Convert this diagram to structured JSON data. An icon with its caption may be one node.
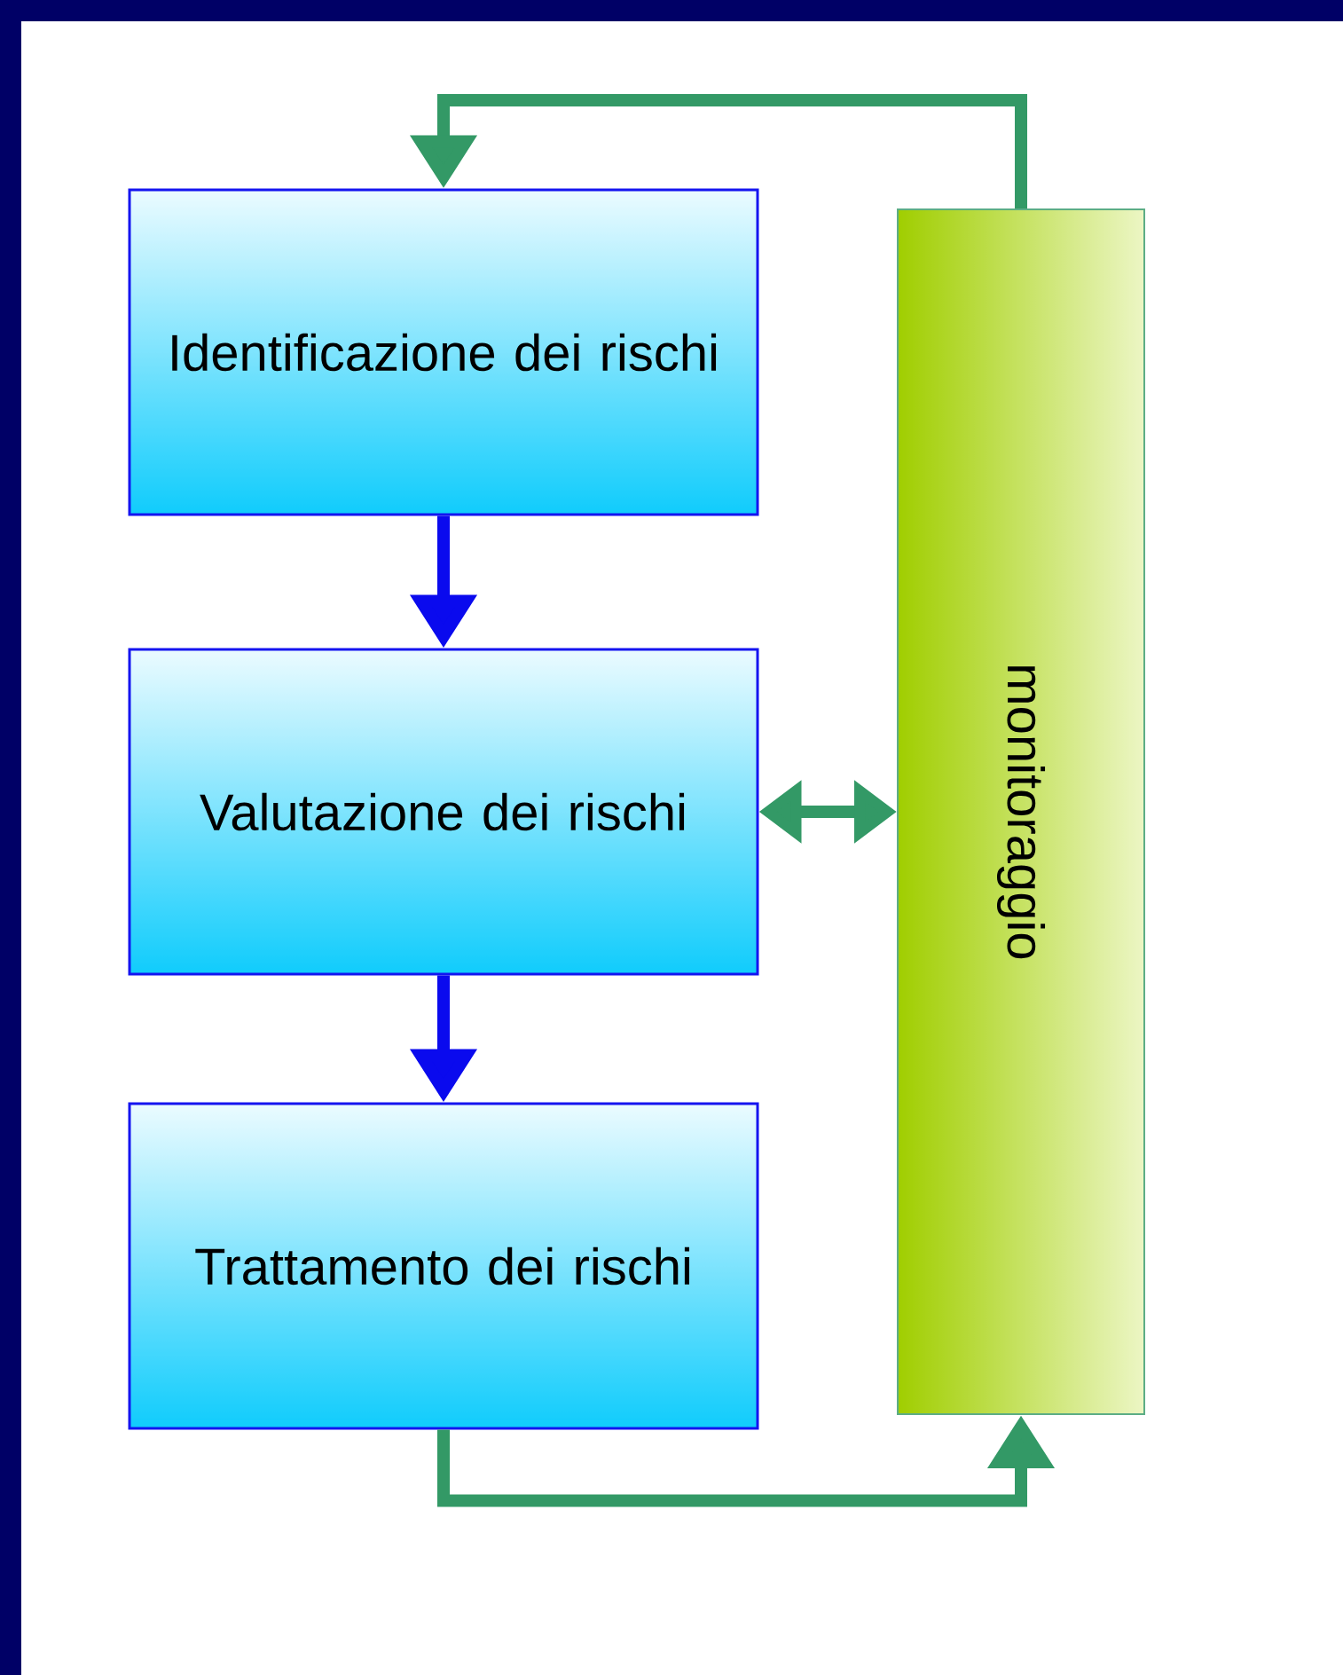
{
  "diagram": {
    "nodes": [
      {
        "text": [
          "Identificazione dei rischi"
        ]
      },
      {
        "text": [
          "Valutazione dei rischi"
        ]
      },
      {
        "text": [
          "Trattamento dei rischi"
        ]
      },
      {
        "text": [
          "monitoraggio"
        ]
      }
    ],
    "edges": [
      {
        "from": 0,
        "to": 1,
        "arrow": "to",
        "color": "#0a0aee"
      },
      {
        "from": 1,
        "to": 2,
        "arrow": "to",
        "color": "#0a0aee"
      },
      {
        "from": 1,
        "to": 3,
        "arrow": "both"
      },
      {
        "from": 3,
        "to": 0,
        "arrow": "to"
      },
      {
        "from": 2,
        "to": 3,
        "arrow": "to"
      }
    ]
  }
}
